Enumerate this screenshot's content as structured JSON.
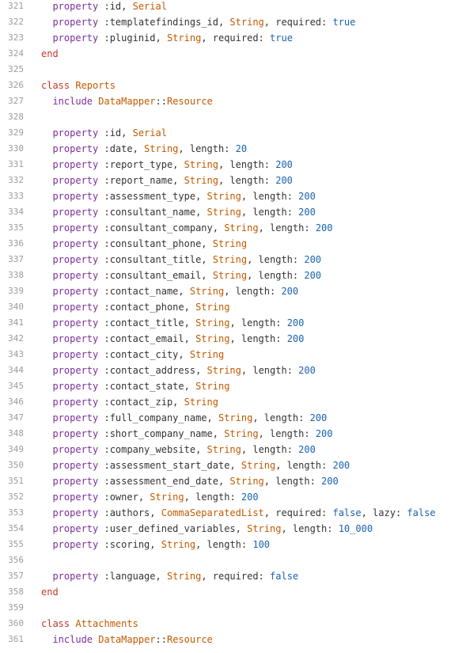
{
  "colors": {
    "keyword": "#7a2f9a",
    "class_name": "#c25a00",
    "number": "#1a62b0",
    "text": "#333333",
    "line_number": "#9c9c9c",
    "end_keyword": "#c0392b"
  },
  "lines": [
    {
      "n": "321",
      "tokens": [
        {
          "t": "  "
        },
        {
          "t": "property",
          "c": "kw"
        },
        {
          "t": " :id, "
        },
        {
          "t": "Serial",
          "c": "cls"
        }
      ]
    },
    {
      "n": "322",
      "tokens": [
        {
          "t": "  "
        },
        {
          "t": "property",
          "c": "kw"
        },
        {
          "t": " :templatefindings_id, "
        },
        {
          "t": "String",
          "c": "cls"
        },
        {
          "t": ", required: "
        },
        {
          "t": "true",
          "c": "num"
        }
      ]
    },
    {
      "n": "323",
      "tokens": [
        {
          "t": "  "
        },
        {
          "t": "property",
          "c": "kw"
        },
        {
          "t": " :pluginid, "
        },
        {
          "t": "String",
          "c": "cls"
        },
        {
          "t": ", required: "
        },
        {
          "t": "true",
          "c": "num"
        }
      ]
    },
    {
      "n": "324",
      "tokens": [
        {
          "t": "end",
          "c": "red"
        }
      ]
    },
    {
      "n": "325",
      "tokens": []
    },
    {
      "n": "326",
      "tokens": [
        {
          "t": "class",
          "c": "red"
        },
        {
          "t": " "
        },
        {
          "t": "Reports",
          "c": "cls"
        }
      ]
    },
    {
      "n": "327",
      "tokens": [
        {
          "t": "  "
        },
        {
          "t": "include",
          "c": "kw"
        },
        {
          "t": " "
        },
        {
          "t": "DataMapper",
          "c": "cls"
        },
        {
          "t": "::"
        },
        {
          "t": "Resource",
          "c": "cls"
        }
      ]
    },
    {
      "n": "328",
      "tokens": []
    },
    {
      "n": "329",
      "tokens": [
        {
          "t": "  "
        },
        {
          "t": "property",
          "c": "kw"
        },
        {
          "t": " :id, "
        },
        {
          "t": "Serial",
          "c": "cls"
        }
      ]
    },
    {
      "n": "330",
      "tokens": [
        {
          "t": "  "
        },
        {
          "t": "property",
          "c": "kw"
        },
        {
          "t": " :date, "
        },
        {
          "t": "String",
          "c": "cls"
        },
        {
          "t": ", length: "
        },
        {
          "t": "20",
          "c": "num"
        }
      ]
    },
    {
      "n": "331",
      "tokens": [
        {
          "t": "  "
        },
        {
          "t": "property",
          "c": "kw"
        },
        {
          "t": " :report_type, "
        },
        {
          "t": "String",
          "c": "cls"
        },
        {
          "t": ", length: "
        },
        {
          "t": "200",
          "c": "num"
        }
      ]
    },
    {
      "n": "332",
      "tokens": [
        {
          "t": "  "
        },
        {
          "t": "property",
          "c": "kw"
        },
        {
          "t": " :report_name, "
        },
        {
          "t": "String",
          "c": "cls"
        },
        {
          "t": ", length: "
        },
        {
          "t": "200",
          "c": "num"
        }
      ]
    },
    {
      "n": "333",
      "tokens": [
        {
          "t": "  "
        },
        {
          "t": "property",
          "c": "kw"
        },
        {
          "t": " :assessment_type, "
        },
        {
          "t": "String",
          "c": "cls"
        },
        {
          "t": ", length: "
        },
        {
          "t": "200",
          "c": "num"
        }
      ]
    },
    {
      "n": "334",
      "tokens": [
        {
          "t": "  "
        },
        {
          "t": "property",
          "c": "kw"
        },
        {
          "t": " :consultant_name, "
        },
        {
          "t": "String",
          "c": "cls"
        },
        {
          "t": ", length: "
        },
        {
          "t": "200",
          "c": "num"
        }
      ]
    },
    {
      "n": "335",
      "tokens": [
        {
          "t": "  "
        },
        {
          "t": "property",
          "c": "kw"
        },
        {
          "t": " :consultant_company, "
        },
        {
          "t": "String",
          "c": "cls"
        },
        {
          "t": ", length: "
        },
        {
          "t": "200",
          "c": "num"
        }
      ]
    },
    {
      "n": "336",
      "tokens": [
        {
          "t": "  "
        },
        {
          "t": "property",
          "c": "kw"
        },
        {
          "t": " :consultant_phone, "
        },
        {
          "t": "String",
          "c": "cls"
        }
      ]
    },
    {
      "n": "337",
      "tokens": [
        {
          "t": "  "
        },
        {
          "t": "property",
          "c": "kw"
        },
        {
          "t": " :consultant_title, "
        },
        {
          "t": "String",
          "c": "cls"
        },
        {
          "t": ", length: "
        },
        {
          "t": "200",
          "c": "num"
        }
      ]
    },
    {
      "n": "338",
      "tokens": [
        {
          "t": "  "
        },
        {
          "t": "property",
          "c": "kw"
        },
        {
          "t": " :consultant_email, "
        },
        {
          "t": "String",
          "c": "cls"
        },
        {
          "t": ", length: "
        },
        {
          "t": "200",
          "c": "num"
        }
      ]
    },
    {
      "n": "339",
      "tokens": [
        {
          "t": "  "
        },
        {
          "t": "property",
          "c": "kw"
        },
        {
          "t": " :contact_name, "
        },
        {
          "t": "String",
          "c": "cls"
        },
        {
          "t": ", length: "
        },
        {
          "t": "200",
          "c": "num"
        }
      ]
    },
    {
      "n": "340",
      "tokens": [
        {
          "t": "  "
        },
        {
          "t": "property",
          "c": "kw"
        },
        {
          "t": " :contact_phone, "
        },
        {
          "t": "String",
          "c": "cls"
        }
      ]
    },
    {
      "n": "341",
      "tokens": [
        {
          "t": "  "
        },
        {
          "t": "property",
          "c": "kw"
        },
        {
          "t": " :contact_title, "
        },
        {
          "t": "String",
          "c": "cls"
        },
        {
          "t": ", length: "
        },
        {
          "t": "200",
          "c": "num"
        }
      ]
    },
    {
      "n": "342",
      "tokens": [
        {
          "t": "  "
        },
        {
          "t": "property",
          "c": "kw"
        },
        {
          "t": " :contact_email, "
        },
        {
          "t": "String",
          "c": "cls"
        },
        {
          "t": ", length: "
        },
        {
          "t": "200",
          "c": "num"
        }
      ]
    },
    {
      "n": "343",
      "tokens": [
        {
          "t": "  "
        },
        {
          "t": "property",
          "c": "kw"
        },
        {
          "t": " :contact_city, "
        },
        {
          "t": "String",
          "c": "cls"
        }
      ]
    },
    {
      "n": "344",
      "tokens": [
        {
          "t": "  "
        },
        {
          "t": "property",
          "c": "kw"
        },
        {
          "t": " :contact_address, "
        },
        {
          "t": "String",
          "c": "cls"
        },
        {
          "t": ", length: "
        },
        {
          "t": "200",
          "c": "num"
        }
      ]
    },
    {
      "n": "345",
      "tokens": [
        {
          "t": "  "
        },
        {
          "t": "property",
          "c": "kw"
        },
        {
          "t": " :contact_state, "
        },
        {
          "t": "String",
          "c": "cls"
        }
      ]
    },
    {
      "n": "346",
      "tokens": [
        {
          "t": "  "
        },
        {
          "t": "property",
          "c": "kw"
        },
        {
          "t": " :contact_zip, "
        },
        {
          "t": "String",
          "c": "cls"
        }
      ]
    },
    {
      "n": "347",
      "tokens": [
        {
          "t": "  "
        },
        {
          "t": "property",
          "c": "kw"
        },
        {
          "t": " :full_company_name, "
        },
        {
          "t": "String",
          "c": "cls"
        },
        {
          "t": ", length: "
        },
        {
          "t": "200",
          "c": "num"
        }
      ]
    },
    {
      "n": "348",
      "tokens": [
        {
          "t": "  "
        },
        {
          "t": "property",
          "c": "kw"
        },
        {
          "t": " :short_company_name, "
        },
        {
          "t": "String",
          "c": "cls"
        },
        {
          "t": ", length: "
        },
        {
          "t": "200",
          "c": "num"
        }
      ]
    },
    {
      "n": "349",
      "tokens": [
        {
          "t": "  "
        },
        {
          "t": "property",
          "c": "kw"
        },
        {
          "t": " :company_website, "
        },
        {
          "t": "String",
          "c": "cls"
        },
        {
          "t": ", length: "
        },
        {
          "t": "200",
          "c": "num"
        }
      ]
    },
    {
      "n": "350",
      "tokens": [
        {
          "t": "  "
        },
        {
          "t": "property",
          "c": "kw"
        },
        {
          "t": " :assessment_start_date, "
        },
        {
          "t": "String",
          "c": "cls"
        },
        {
          "t": ", length: "
        },
        {
          "t": "200",
          "c": "num"
        }
      ]
    },
    {
      "n": "351",
      "tokens": [
        {
          "t": "  "
        },
        {
          "t": "property",
          "c": "kw"
        },
        {
          "t": " :assessment_end_date, "
        },
        {
          "t": "String",
          "c": "cls"
        },
        {
          "t": ", length: "
        },
        {
          "t": "200",
          "c": "num"
        }
      ]
    },
    {
      "n": "352",
      "tokens": [
        {
          "t": "  "
        },
        {
          "t": "property",
          "c": "kw"
        },
        {
          "t": " :owner, "
        },
        {
          "t": "String",
          "c": "cls"
        },
        {
          "t": ", length: "
        },
        {
          "t": "200",
          "c": "num"
        }
      ]
    },
    {
      "n": "353",
      "tokens": [
        {
          "t": "  "
        },
        {
          "t": "property",
          "c": "kw"
        },
        {
          "t": " :authors, "
        },
        {
          "t": "CommaSeparatedList",
          "c": "cls"
        },
        {
          "t": ", required: "
        },
        {
          "t": "false",
          "c": "num"
        },
        {
          "t": ", lazy: "
        },
        {
          "t": "false",
          "c": "num"
        }
      ]
    },
    {
      "n": "354",
      "tokens": [
        {
          "t": "  "
        },
        {
          "t": "property",
          "c": "kw"
        },
        {
          "t": " :user_defined_variables, "
        },
        {
          "t": "String",
          "c": "cls"
        },
        {
          "t": ", length: "
        },
        {
          "t": "10_000",
          "c": "num"
        }
      ]
    },
    {
      "n": "355",
      "tokens": [
        {
          "t": "  "
        },
        {
          "t": "property",
          "c": "kw"
        },
        {
          "t": " :scoring, "
        },
        {
          "t": "String",
          "c": "cls"
        },
        {
          "t": ", length: "
        },
        {
          "t": "100",
          "c": "num"
        }
      ]
    },
    {
      "n": "356",
      "tokens": []
    },
    {
      "n": "357",
      "tokens": [
        {
          "t": "  "
        },
        {
          "t": "property",
          "c": "kw"
        },
        {
          "t": " :language, "
        },
        {
          "t": "String",
          "c": "cls"
        },
        {
          "t": ", required: "
        },
        {
          "t": "false",
          "c": "num"
        }
      ]
    },
    {
      "n": "358",
      "tokens": [
        {
          "t": "end",
          "c": "red"
        }
      ]
    },
    {
      "n": "359",
      "tokens": []
    },
    {
      "n": "360",
      "tokens": [
        {
          "t": "class",
          "c": "red"
        },
        {
          "t": " "
        },
        {
          "t": "Attachments",
          "c": "cls"
        }
      ]
    },
    {
      "n": "361",
      "tokens": [
        {
          "t": "  "
        },
        {
          "t": "include",
          "c": "kw"
        },
        {
          "t": " "
        },
        {
          "t": "DataMapper",
          "c": "cls"
        },
        {
          "t": "::"
        },
        {
          "t": "Resource",
          "c": "cls"
        }
      ]
    }
  ]
}
